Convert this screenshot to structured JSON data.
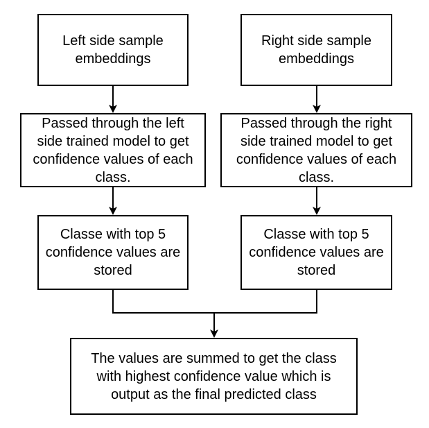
{
  "diagram": {
    "nodes": {
      "left_embeddings": "Left side sample\nembeddings",
      "right_embeddings": "Right side sample\nembeddings",
      "left_model": "Passed through the left\nside trained model to get\nconfidence values of each\nclass.",
      "right_model": "Passed through the right\nside trained model to get\nconfidence values of each\nclass.",
      "left_top5": "Classe with top 5\nconfidence values are\nstored",
      "right_top5": "Classe with top 5\nconfidence values are\nstored",
      "final": "The values are summed to get the class\nwith highest confidence value which is\noutput as the final predicted class"
    },
    "edges": [
      {
        "from": "left_embeddings",
        "to": "left_model"
      },
      {
        "from": "right_embeddings",
        "to": "right_model"
      },
      {
        "from": "left_model",
        "to": "left_top5"
      },
      {
        "from": "right_model",
        "to": "right_top5"
      },
      {
        "from": "left_top5",
        "to": "final"
      },
      {
        "from": "right_top5",
        "to": "final"
      }
    ],
    "colors": {
      "stroke": "#000000",
      "fill": "#ffffff",
      "text": "#000000"
    }
  }
}
